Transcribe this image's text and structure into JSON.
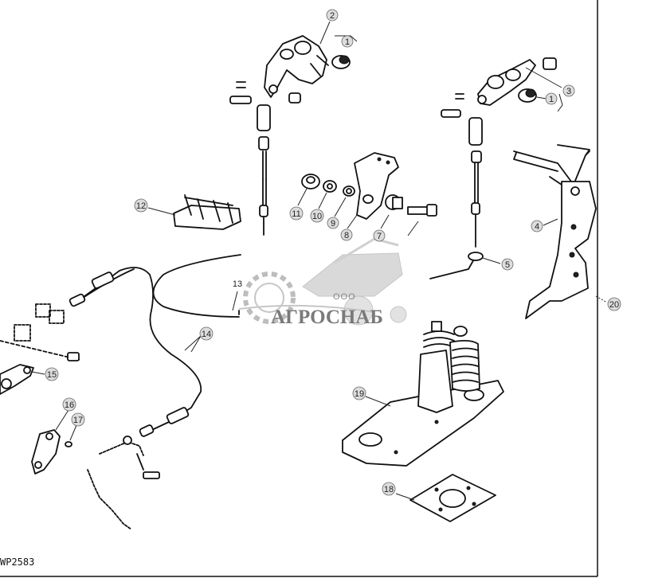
{
  "figure": {
    "code": "WP2583",
    "watermark": {
      "company": "ООО",
      "name": "АГРОСНАБ"
    },
    "callouts": [
      {
        "id": "c1a",
        "label": "1"
      },
      {
        "id": "c1b",
        "label": "1"
      },
      {
        "id": "c2",
        "label": "2"
      },
      {
        "id": "c3",
        "label": "3"
      },
      {
        "id": "c4",
        "label": "4"
      },
      {
        "id": "c5",
        "label": "5"
      },
      {
        "id": "c7",
        "label": "7"
      },
      {
        "id": "c8",
        "label": "8"
      },
      {
        "id": "c9",
        "label": "9"
      },
      {
        "id": "c10",
        "label": "10"
      },
      {
        "id": "c11",
        "label": "11"
      },
      {
        "id": "c12",
        "label": "12"
      },
      {
        "id": "c13",
        "label": "13"
      },
      {
        "id": "c14",
        "label": "14"
      },
      {
        "id": "c15",
        "label": "15"
      },
      {
        "id": "c16",
        "label": "16"
      },
      {
        "id": "c17",
        "label": "17"
      },
      {
        "id": "c18",
        "label": "18"
      },
      {
        "id": "c19",
        "label": "19"
      },
      {
        "id": "c20",
        "label": "20"
      }
    ]
  }
}
